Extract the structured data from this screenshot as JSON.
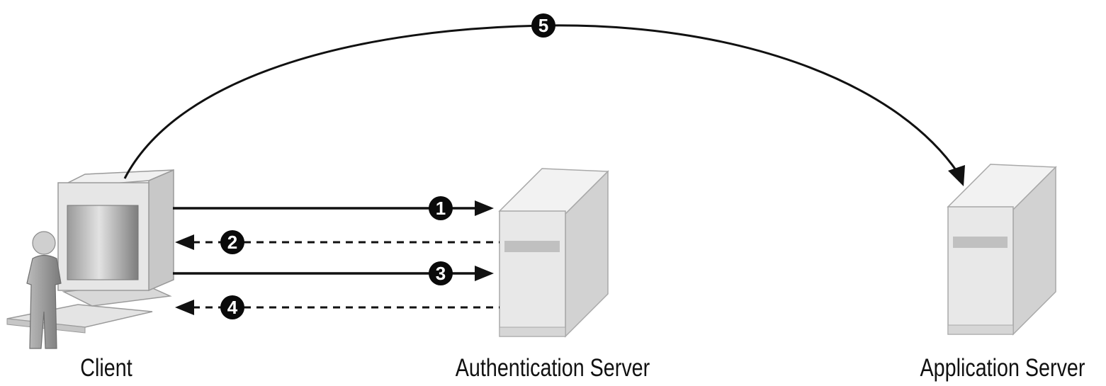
{
  "nodes": {
    "client": "Client",
    "auth_server": "Authentication Server",
    "app_server": "Application Server"
  },
  "steps": [
    {
      "number": "1",
      "direction": "client-to-auth",
      "line": "solid"
    },
    {
      "number": "2",
      "direction": "auth-to-client",
      "line": "dashed"
    },
    {
      "number": "3",
      "direction": "client-to-auth",
      "line": "solid"
    },
    {
      "number": "4",
      "direction": "auth-to-client",
      "line": "dashed"
    },
    {
      "number": "5",
      "direction": "client-to-app",
      "line": "curved"
    }
  ],
  "colors": {
    "stroke": "#111111",
    "badge": "#0a0a0a",
    "device_light": "#eaeaea",
    "device_mid": "#d6d6d6",
    "device_dark": "#bdbdbd"
  }
}
